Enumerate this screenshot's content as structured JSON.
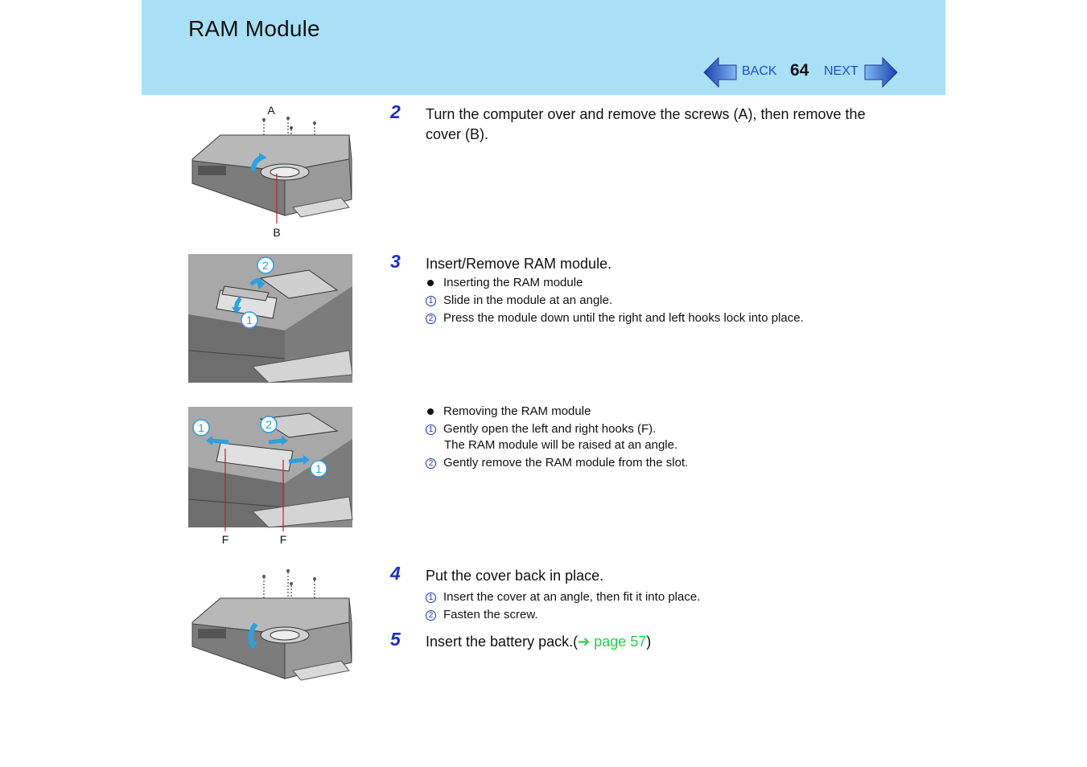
{
  "header": {
    "title": "RAM Module",
    "back_label": "BACK",
    "next_label": "NEXT",
    "page_number": "64"
  },
  "labels": {
    "screw_a": "A",
    "cover_b": "B",
    "hook_f_left": "F",
    "hook_f_right": "F",
    "circle_1": "1",
    "circle_2": "2"
  },
  "steps": {
    "s2": {
      "number": "2",
      "text_line1": "Turn the computer over and remove the screws (A), then remove the",
      "text_line2": "cover (B)."
    },
    "s3": {
      "number": "3",
      "text": "Insert/Remove RAM module.",
      "insert_heading": "Inserting the RAM module",
      "insert_1": "Slide in the module at an angle.",
      "insert_2": "Press the module down until the right and left hooks lock into place.",
      "remove_heading": "Removing the RAM module",
      "remove_1_line1": "Gently open the left and right hooks (F).",
      "remove_1_line2": "The RAM module will be raised at an angle.",
      "remove_2": "Gently remove the RAM module from the slot."
    },
    "s4": {
      "number": "4",
      "text": "Put the cover back in place.",
      "sub_1": "Insert the cover at an angle, then fit it into place.",
      "sub_2": "Fasten the screw."
    },
    "s5": {
      "number": "5",
      "text_prefix": "Insert the battery pack.(",
      "arrow": "➔",
      "link_text": " page 57",
      "text_suffix": ")"
    }
  },
  "markers": {
    "one": "①",
    "two": "②"
  },
  "colors": {
    "header_bg": "#a9e0f6",
    "step_number": "#1930c8",
    "link": "#22d04a",
    "nav_link": "#1a4fd0",
    "callout": "#2aa0e0",
    "leader_red": "#d0182a"
  }
}
